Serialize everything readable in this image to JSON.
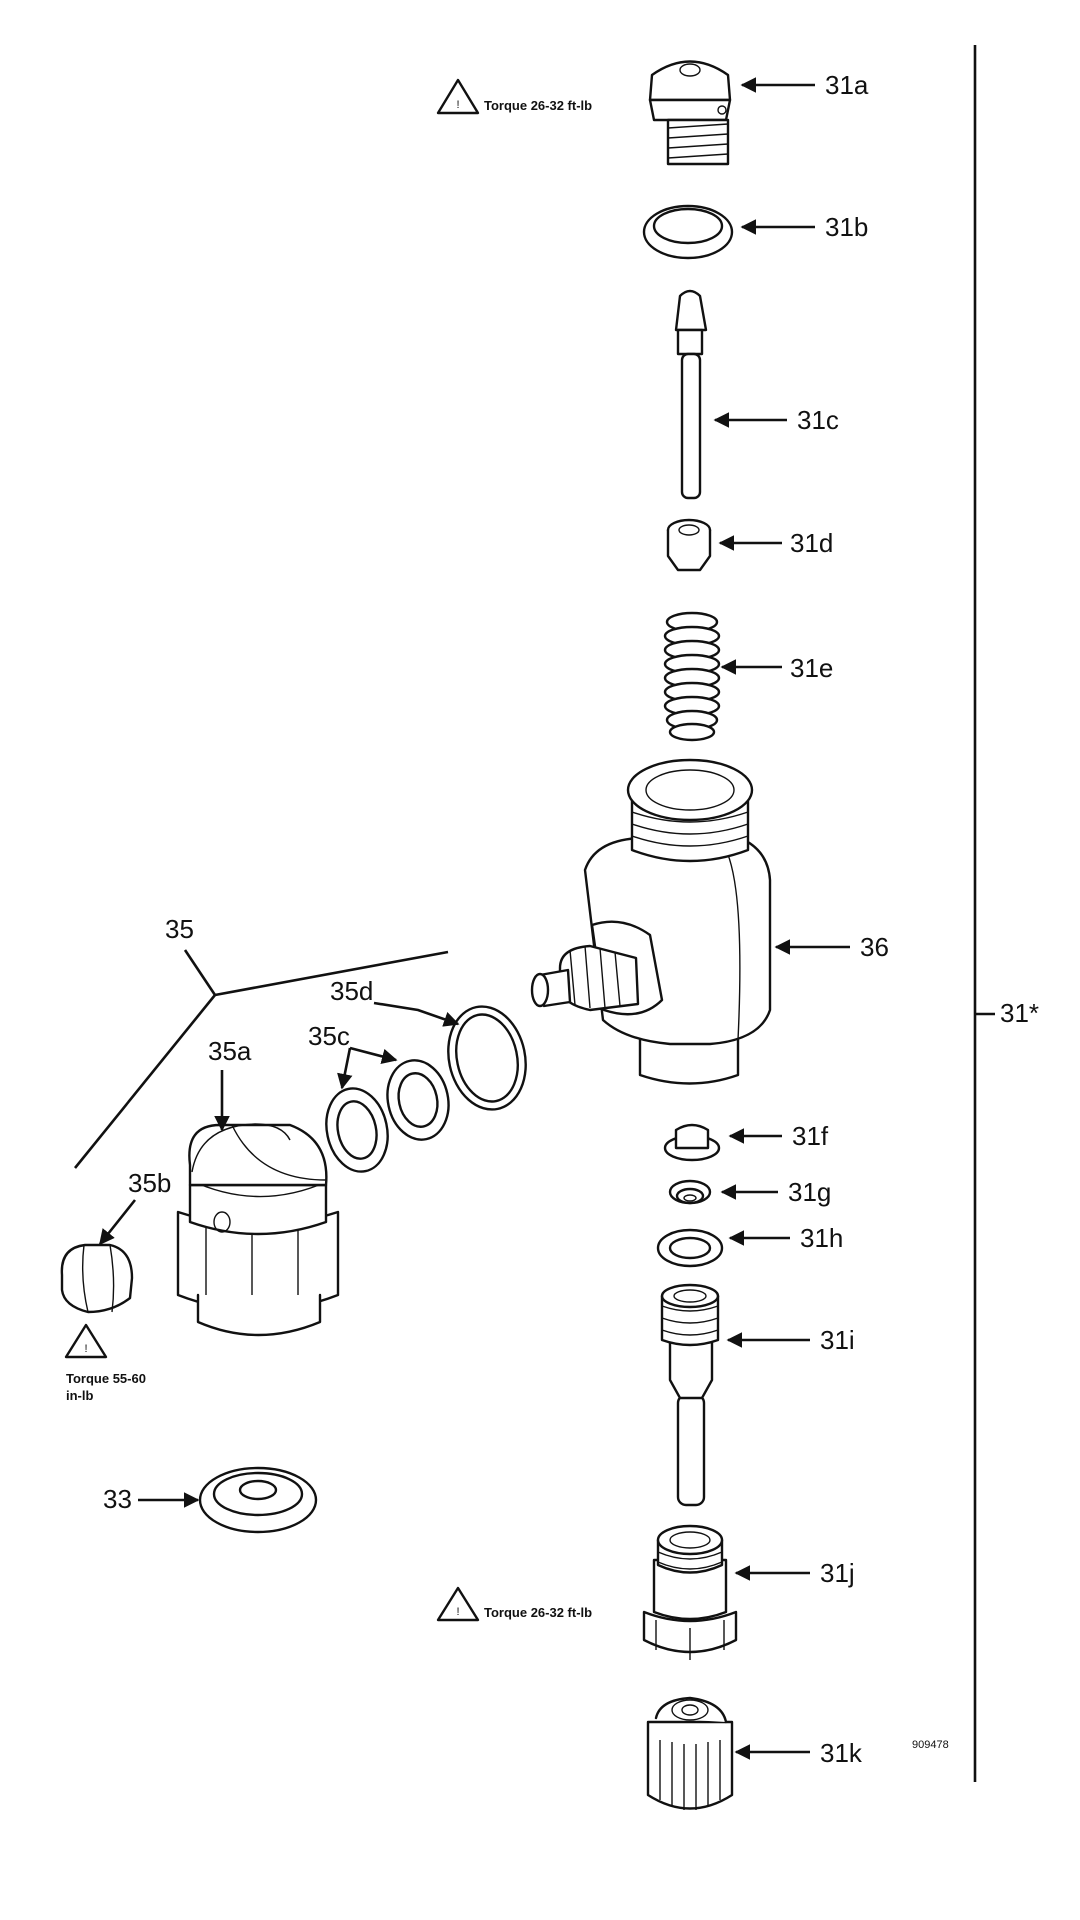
{
  "labels": {
    "l31a": "31a",
    "l31b": "31b",
    "l31c": "31c",
    "l31d": "31d",
    "l31e": "31e",
    "l36": "36",
    "l31star": "31*",
    "l35": "35",
    "l35d": "35d",
    "l35c": "35c",
    "l35a": "35a",
    "l35b": "35b",
    "l31f": "31f",
    "l31g": "31g",
    "l31h": "31h",
    "l31i": "31i",
    "l33": "33",
    "l31j": "31j",
    "l31k": "31k"
  },
  "torque": {
    "top": "Torque 26-32 ft-lb",
    "side_line1": "Torque 55-60",
    "side_line2": "in-lb",
    "bottom": "Torque 26-32 ft-lb",
    "warn_symbol": "!"
  },
  "figure_id": "909478"
}
